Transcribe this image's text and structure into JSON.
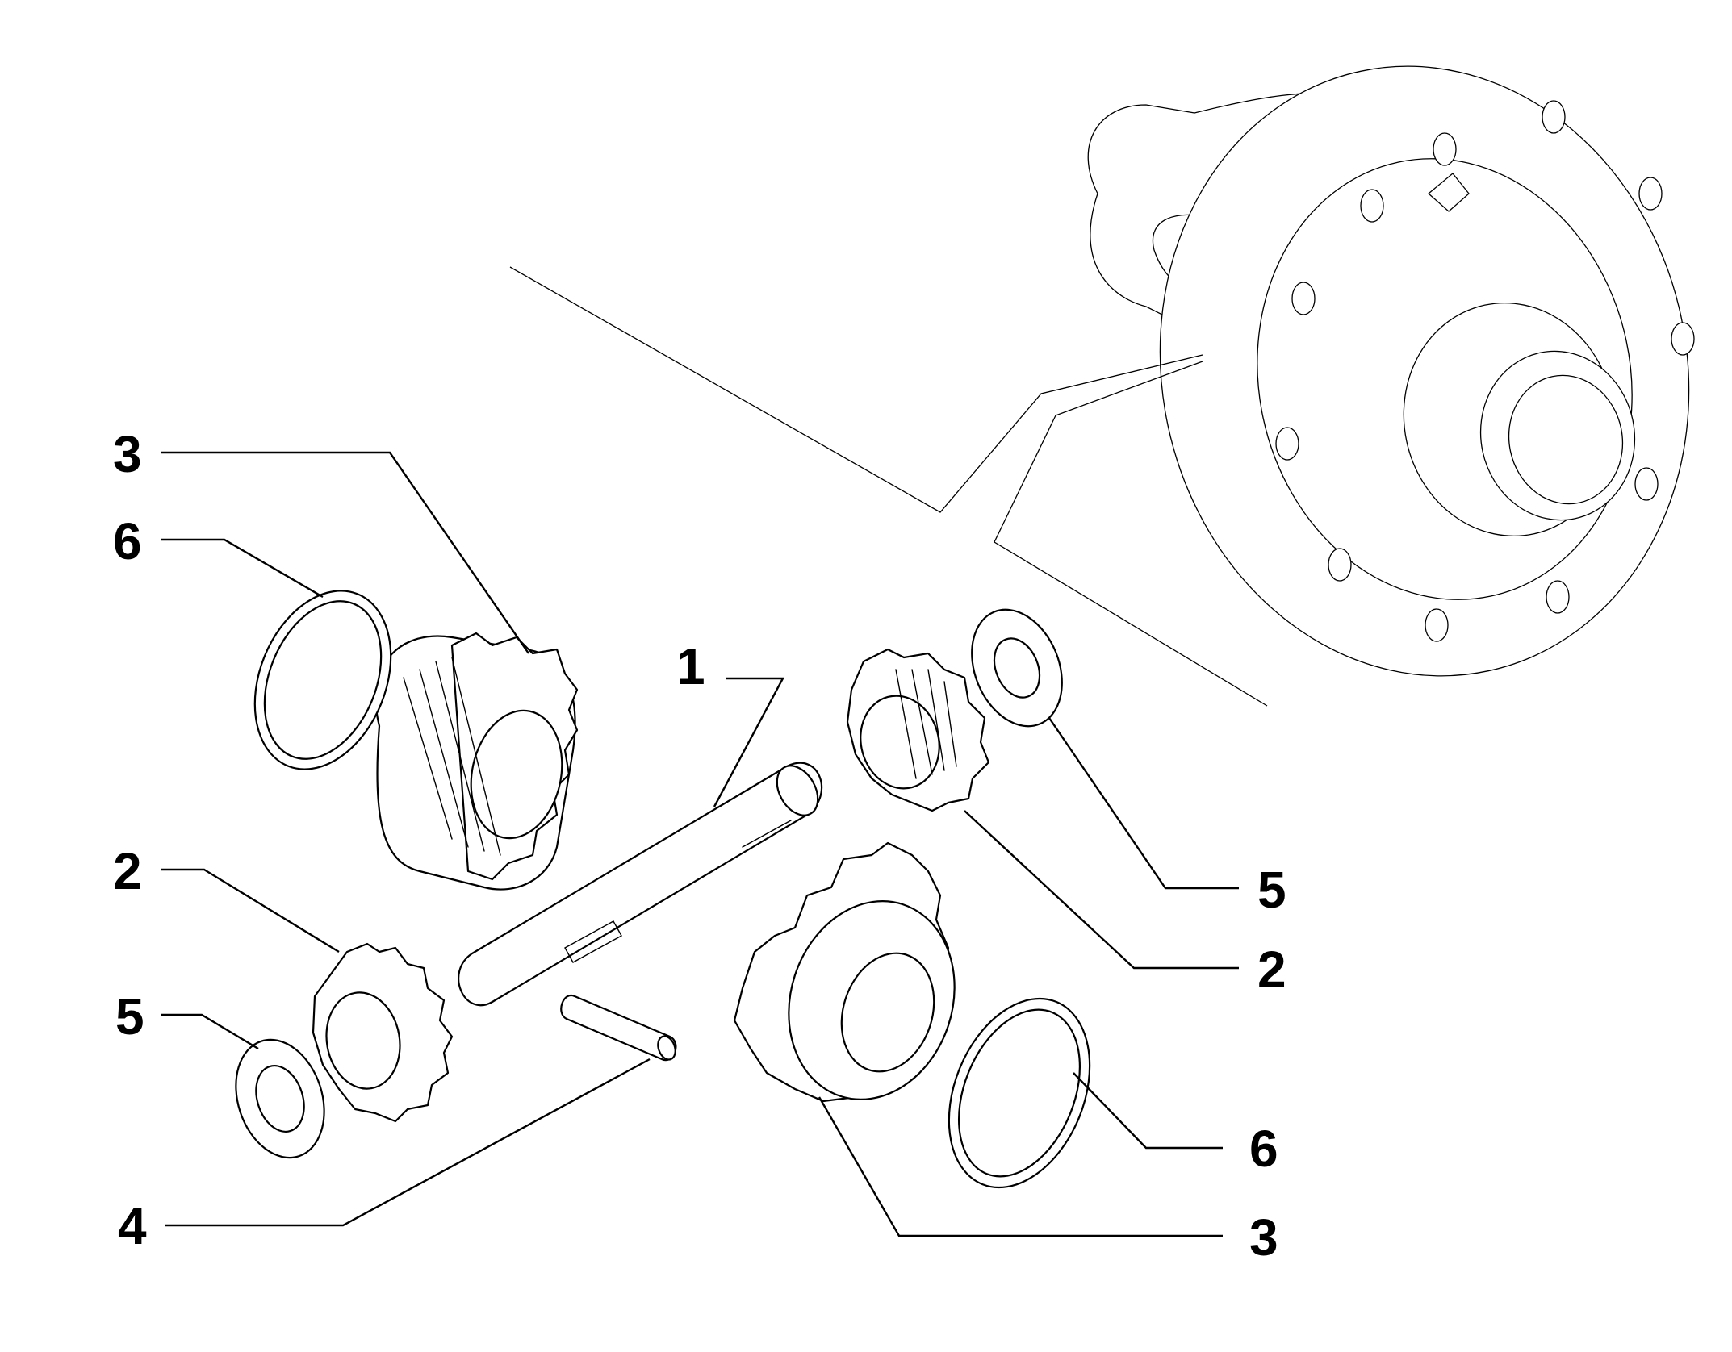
{
  "callouts": [
    {
      "id": "c-3-top",
      "label": "3"
    },
    {
      "id": "c-6-top",
      "label": "6"
    },
    {
      "id": "c-1",
      "label": "1"
    },
    {
      "id": "c-2-left",
      "label": "2"
    },
    {
      "id": "c-5-left",
      "label": "5"
    },
    {
      "id": "c-4",
      "label": "4"
    },
    {
      "id": "c-5-right",
      "label": "5"
    },
    {
      "id": "c-2-right",
      "label": "2"
    },
    {
      "id": "c-6-bottom",
      "label": "6"
    },
    {
      "id": "c-3-bottom",
      "label": "3"
    }
  ],
  "colors": {
    "ink": "#000000",
    "paper": "#ffffff"
  }
}
